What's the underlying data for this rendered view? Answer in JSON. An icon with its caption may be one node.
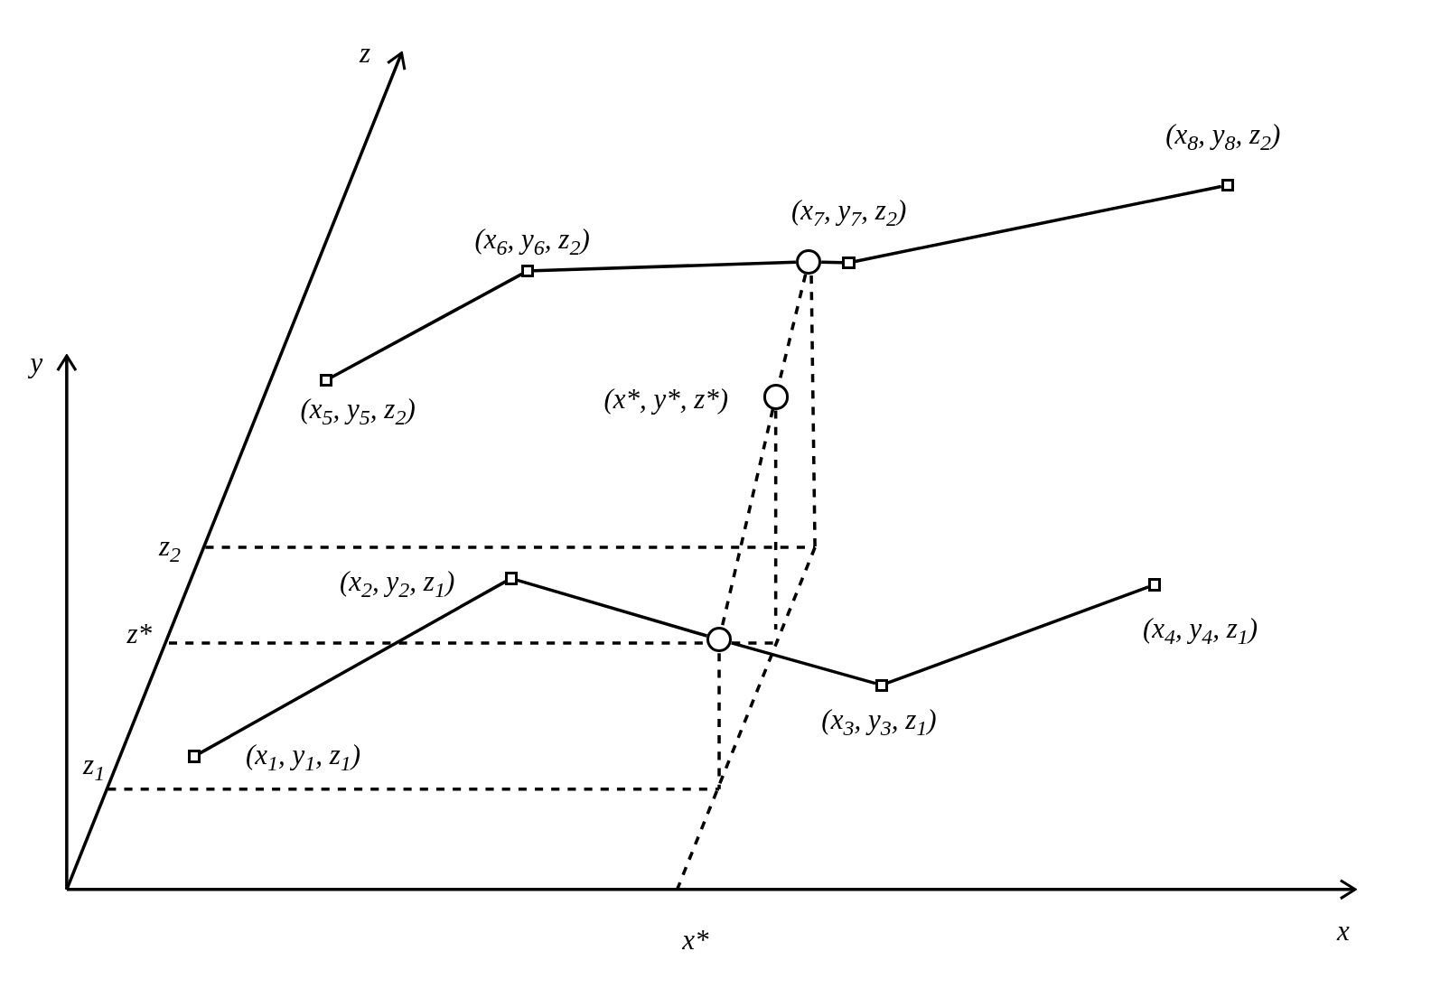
{
  "diagram": {
    "nodes": [
      {
        "text": [],
        "shape": "box",
        "beside": [
          "(x$_{8}$, y$_{8}$, z$_{2}$)"
        ]
      },
      {
        "text": [],
        "shape": "box",
        "beside": [
          "(x$_{7}$, y$_{7}$, z$_{2}$)"
        ]
      },
      {
        "text": [],
        "shape": "circle"
      },
      {
        "text": [],
        "shape": "box",
        "beside": [
          "(x$_{6}$, y$_{6}$, z$_{2}$)"
        ]
      },
      {
        "text": [],
        "shape": "box",
        "beside": [
          "(x$_{5}$, y$_{5}$, z$_{2}$)"
        ]
      },
      {
        "text": [],
        "shape": "circle",
        "beside": [
          "(x*, y*, z*)"
        ]
      },
      {
        "text": [],
        "shape": "box",
        "beside": [
          "(x$_{2}$, y$_{2}$, z$_{1}$)"
        ]
      },
      {
        "text": [],
        "shape": "box",
        "beside": [
          "(x$_{4}$, y$_{4}$, z$_{1}$)"
        ]
      },
      {
        "text": [],
        "shape": "circle"
      },
      {
        "text": [],
        "shape": "box",
        "beside": [
          "(x$_{3}$, y$_{3}$, z$_{1}$)"
        ]
      },
      {
        "text": [],
        "shape": "box",
        "beside": [
          "(x$_{1}$, y$_{1}$, z$_{1}$)"
        ]
      }
    ],
    "edges": [
      {
        "from": 4,
        "to": 3,
        "arrow": "none"
      },
      {
        "from": 3,
        "to": 2,
        "arrow": "none"
      },
      {
        "from": 2,
        "to": 1,
        "arrow": "none"
      },
      {
        "from": 1,
        "to": 0,
        "arrow": "none"
      },
      {
        "from": 10,
        "to": 6,
        "arrow": "none"
      },
      {
        "from": 6,
        "to": 8,
        "arrow": "none"
      },
      {
        "from": 8,
        "to": 9,
        "arrow": "none"
      },
      {
        "from": 9,
        "to": 7,
        "arrow": "none"
      },
      {
        "from": 2,
        "to": 5,
        "arrow": "none",
        "style": "dashed"
      },
      {
        "from": 5,
        "to": 8,
        "arrow": "none",
        "style": "dashed"
      }
    ],
    "labels": [
      "z",
      "y",
      "z$_{2}$",
      "z*",
      "z$_{1}$",
      "x*",
      "x"
    ]
  }
}
